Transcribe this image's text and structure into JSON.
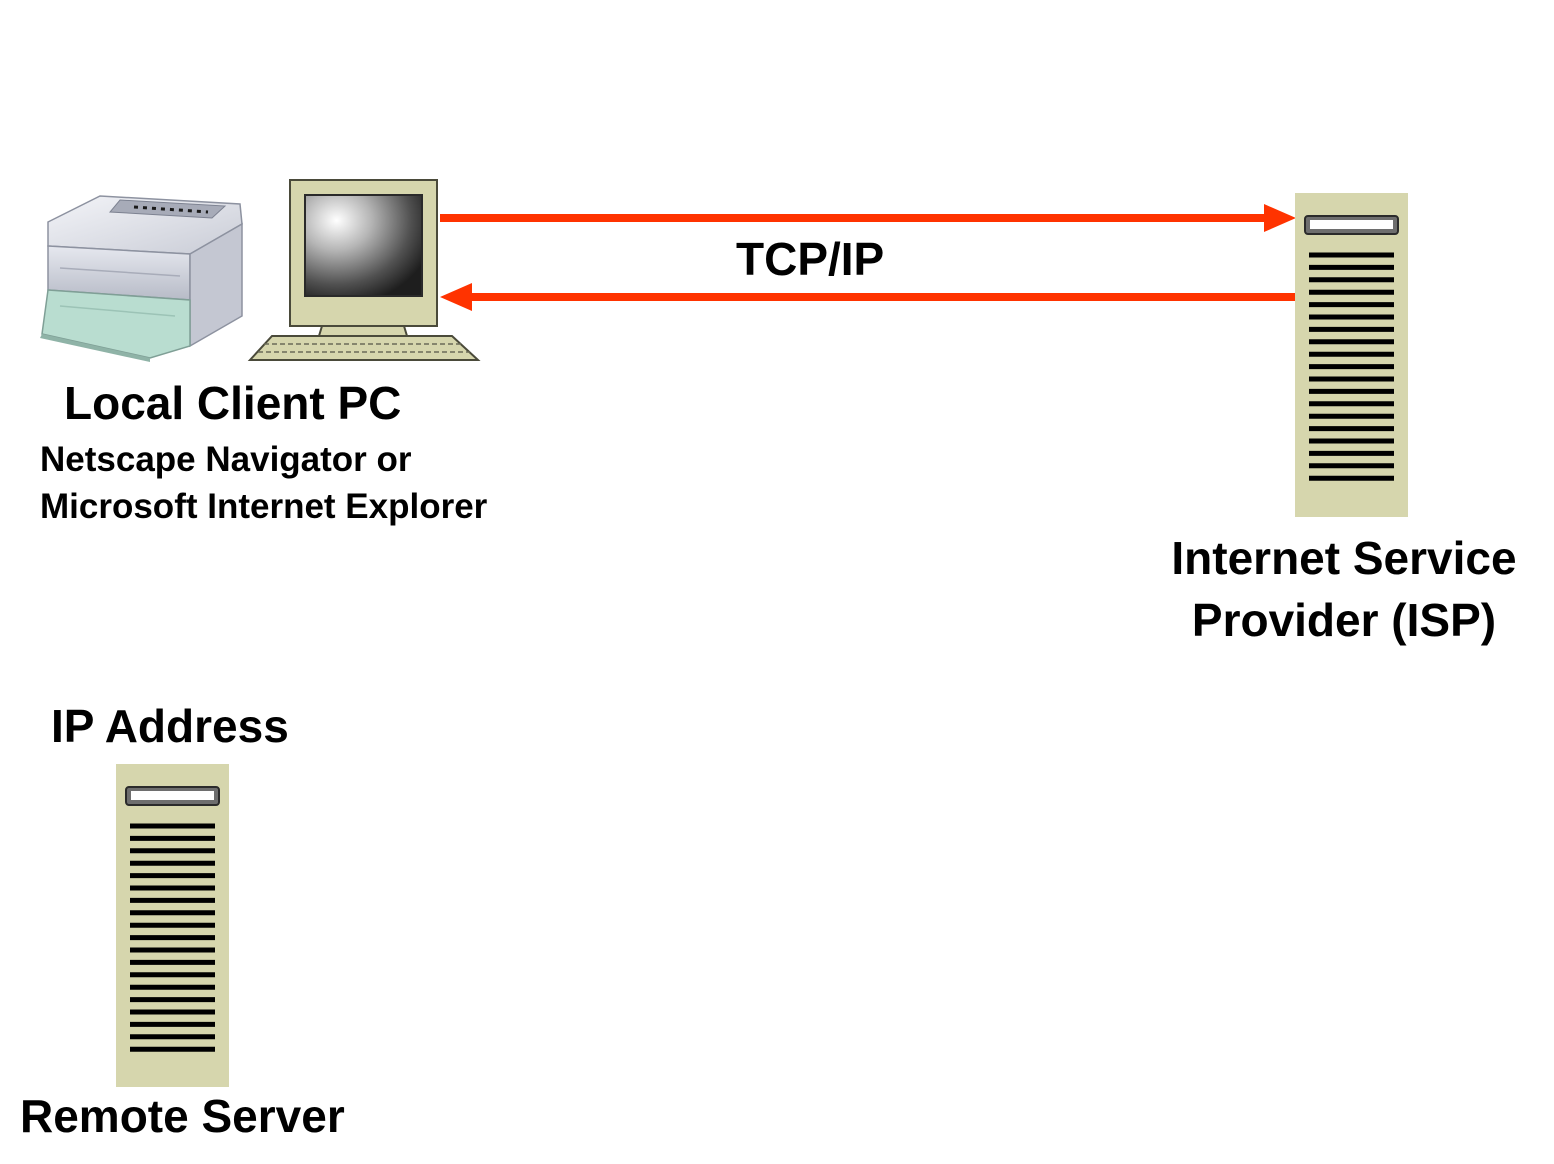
{
  "colors": {
    "arrow": "#ff3300",
    "device_beige": "#d6d6ad",
    "server_beige": "#d6d6ad",
    "printer_body": "#e3e6ee",
    "text": "#000000"
  },
  "icons": {
    "printer": "printer-icon",
    "computer": "desktop-computer-icon",
    "isp_server": "server-tower-icon",
    "remote_server": "server-tower-icon"
  },
  "local_client": {
    "title": "Local Client PC",
    "browser_line1": "Netscape Navigator or",
    "browser_line2": "Microsoft Internet Explorer"
  },
  "connection": {
    "protocol": "TCP/IP"
  },
  "isp": {
    "line1": "Internet Service",
    "line2": "Provider (ISP)"
  },
  "ip_address": {
    "label": "IP Address"
  },
  "remote_server": {
    "label": "Remote Server"
  }
}
